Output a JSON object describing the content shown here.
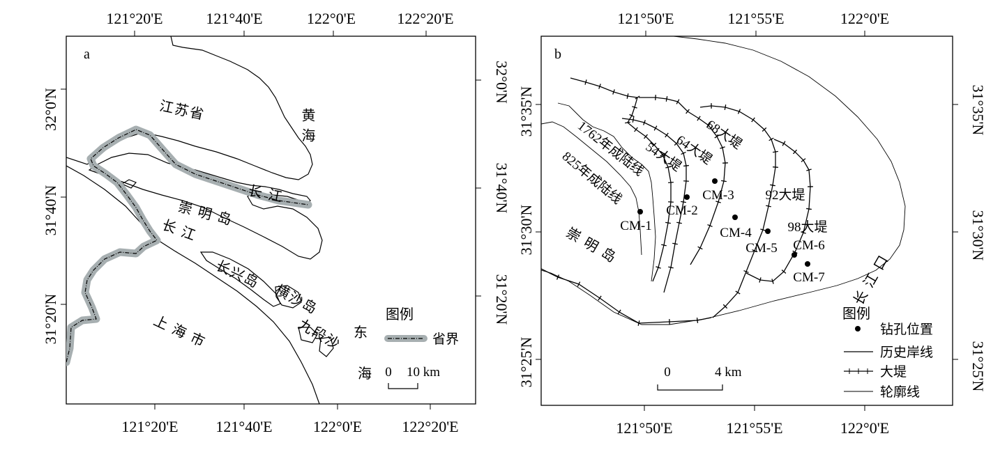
{
  "panel_a": {
    "letter": "a",
    "lon_ticks": [
      "121°20'E",
      "121°40'E",
      "122°0'E",
      "122°20'E"
    ],
    "lat_ticks": [
      "32°0'N",
      "31°40'N",
      "31°20'N"
    ],
    "regions": {
      "jiangsu": "江苏省",
      "huanghai": "黄 海",
      "changjiang_north": "长 江",
      "chongming": "崇 明 岛",
      "changjiang_south": "长 江",
      "changxing": "长兴岛",
      "hengsha": "横沙岛",
      "jiuduansha": "九段沙",
      "shanghai": "上 海 市",
      "donghai_dong": "东",
      "donghai_hai": "海"
    },
    "legend": {
      "title": "图例",
      "boundary": "省界"
    },
    "scale": {
      "zero": "0",
      "ten": "10 km"
    }
  },
  "panel_b": {
    "letter": "b",
    "lon_ticks": [
      "121°50'E",
      "121°55'E",
      "122°0'E"
    ],
    "lat_ticks": [
      "31°35'N",
      "31°30'N",
      "31°25'N"
    ],
    "lines": {
      "l825": "825年成陆线",
      "l1762": "1762年成陆线",
      "d54": "54大堤",
      "d64": "64大堤",
      "d68": "68大堤",
      "d92": "92大堤",
      "d98": "98大堤"
    },
    "island": "崇 明 岛",
    "river_mouth": "长 江 口",
    "boreholes": [
      "CM-1",
      "CM-2",
      "CM-3",
      "CM-4",
      "CM-5",
      "CM-6",
      "CM-7"
    ],
    "legend": {
      "title": "图例",
      "borehole": "钻孔位置",
      "historic": "历史岸线",
      "dike": "大堤",
      "outline": "轮廓线"
    },
    "scale": {
      "zero": "0",
      "four": "4 km"
    }
  },
  "colors": {
    "boundary_halo": "#a7afb1",
    "line": "#000000",
    "background": "#ffffff"
  }
}
